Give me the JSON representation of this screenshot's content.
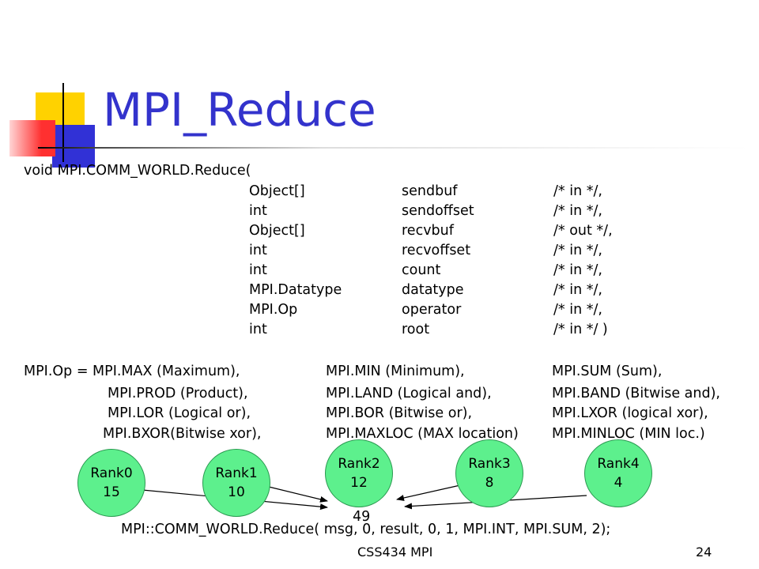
{
  "title": "MPI_Reduce",
  "signature": {
    "open": "void MPI.COMM_WORLD.Reduce(",
    "params": [
      {
        "type": "Object[]",
        "name": "sendbuf",
        "comment": "/* in */,"
      },
      {
        "type": "int",
        "name": "sendoffset",
        "comment": "/* in */,"
      },
      {
        "type": "Object[]",
        "name": "recvbuf",
        "comment": "/* out */,"
      },
      {
        "type": "int",
        "name": "recvoffset",
        "comment": "/* in */,"
      },
      {
        "type": "int",
        "name": "count",
        "comment": "/* in */,"
      },
      {
        "type": "MPI.Datatype",
        "name": "datatype",
        "comment": "/* in */,"
      },
      {
        "type": "MPI.Op",
        "name": "operator",
        "comment": "/* in */,"
      },
      {
        "type": "int",
        "name": "root",
        "comment": "/* in */ )"
      }
    ]
  },
  "ops": {
    "row1": [
      "MPI.Op = MPI.MAX (Maximum),",
      "MPI.MIN (Minimum),",
      "MPI.SUM (Sum),"
    ],
    "row2": [
      "MPI.PROD (Product),",
      "MPI.LAND (Logical and),",
      "MPI.BAND (Bitwise and),"
    ],
    "row3": [
      "MPI.LOR (Logical or),",
      "MPI.BOR (Bitwise or),",
      "MPI.LXOR (logical xor),"
    ],
    "row4": [
      "MPI.BXOR(Bitwise xor),",
      "MPI.MAXLOC (MAX location)",
      "MPI.MINLOC (MIN loc.)"
    ]
  },
  "ranks": [
    {
      "label": "Rank0",
      "value": "15"
    },
    {
      "label": "Rank1",
      "value": "10"
    },
    {
      "label": "Rank2",
      "value": "12"
    },
    {
      "label": "Rank3",
      "value": "8"
    },
    {
      "label": "Rank4",
      "value": "4"
    }
  ],
  "result": "49",
  "call": "MPI::COMM_WORLD.Reduce( msg, 0, result, 0, 1, MPI.INT, MPI.SUM, 2);",
  "footer": {
    "course": "CSS434 MPI",
    "page": "24"
  },
  "colors": {
    "title": "#3333cc",
    "node": "#5df08d"
  }
}
